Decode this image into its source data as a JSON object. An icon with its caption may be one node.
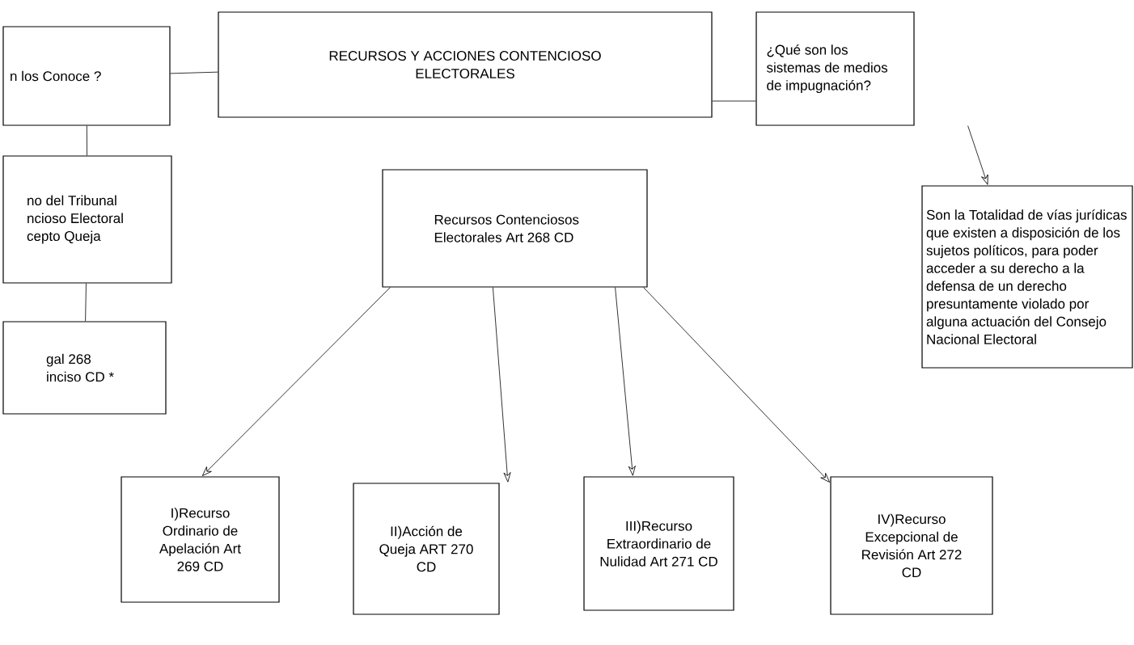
{
  "diagram": {
    "nodes": [
      {
        "text": [
          "n los Conoce ?"
        ]
      },
      {
        "text": [
          "no del Tribunal ncioso Electoral cepto Queja"
        ]
      },
      {
        "text": [
          "gal 268 inciso CD *"
        ]
      },
      {
        "text": [
          "RECURSOS Y ACCIONES CONTENCIOSO ELECTORALES"
        ]
      },
      {
        "text": [
          "¿Qué son los sistemas de medios de impugnación?"
        ]
      },
      {
        "text": [
          "Son la Totalidad de vías jurídicas que existen a disposición de los sujetos políticos, para poder acceder a su derecho a la defensa de un derecho presuntamente violado por alguna actuación del Consejo Nacional Electoral"
        ]
      },
      {
        "text": [
          "Recursos Contenciosos Electorales Art 268 CD"
        ]
      },
      {
        "text": [
          "I)Recurso Ordinario de Apelación Art 269 CD"
        ]
      },
      {
        "text": [
          "II)Acción de Queja ART 270 CD"
        ]
      },
      {
        "text": [
          "III)Recurso Extraordinario de Nulidad Art 271 CD"
        ]
      },
      {
        "text": [
          "IV)Recurso Excepcional de Revisión Art 272 CD"
        ]
      }
    ],
    "edges": [
      {
        "from": 0,
        "to": 3,
        "arrow": "none"
      },
      {
        "from": 3,
        "to": 4,
        "arrow": "none"
      },
      {
        "from": 0,
        "to": 1,
        "arrow": "none"
      },
      {
        "from": 1,
        "to": 2,
        "arrow": "none"
      },
      {
        "from": 4,
        "to": 5,
        "arrow": "to"
      },
      {
        "from": 6,
        "to": 7,
        "arrow": "to"
      },
      {
        "from": 6,
        "to": 8,
        "arrow": "to"
      },
      {
        "from": 6,
        "to": 9,
        "arrow": "to"
      },
      {
        "from": 6,
        "to": 10,
        "arrow": "to"
      }
    ]
  }
}
